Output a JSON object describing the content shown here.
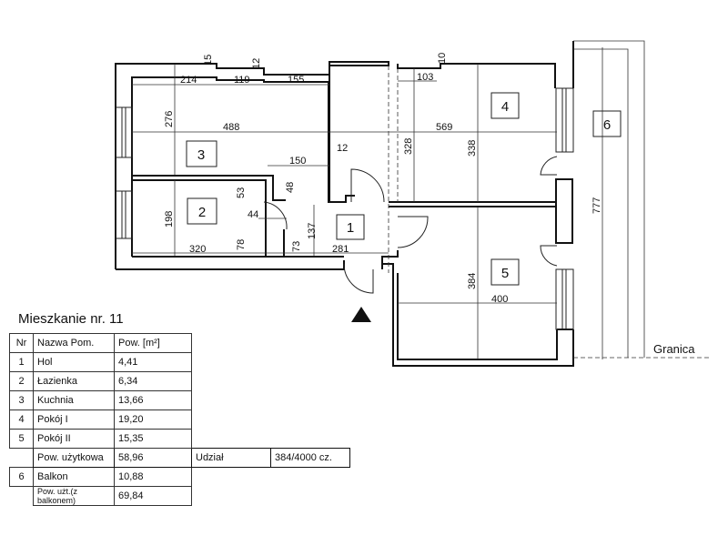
{
  "plan": {
    "rooms": [
      "1",
      "2",
      "3",
      "4",
      "5",
      "6"
    ],
    "dims": {
      "d15": "15",
      "d12a": "12",
      "d10": "10",
      "d214": "214",
      "d119": "119",
      "d155": "155",
      "d103": "103",
      "d276": "276",
      "d488": "488",
      "d569": "569",
      "d328": "328",
      "d338": "338",
      "d12b": "12",
      "d150": "150",
      "d53": "53",
      "d48": "48",
      "d44": "44",
      "d198": "198",
      "d78": "78",
      "d73": "73",
      "d137": "137",
      "d320": "320",
      "d281": "281",
      "d384": "384",
      "d400": "400",
      "d777": "777"
    },
    "boundary_label": "Granica"
  },
  "table": {
    "title": "Mieszkanie nr. 11",
    "headers": [
      "Nr",
      "Nazwa Pom.",
      "Pow. [m²]"
    ],
    "rows": [
      {
        "nr": "1",
        "name": "Hol",
        "area": "4,41"
      },
      {
        "nr": "2",
        "name": "Łazienka",
        "area": "6,34"
      },
      {
        "nr": "3",
        "name": "Kuchnia",
        "area": "13,66"
      },
      {
        "nr": "4",
        "name": "Pokój I",
        "area": "19,20"
      },
      {
        "nr": "5",
        "name": "Pokój II",
        "area": "15,35"
      }
    ],
    "usable": {
      "label": "Pow. użytkowa",
      "area": "58,96",
      "share_label": "Udział",
      "share_value": "384/4000 cz."
    },
    "balcony": {
      "nr": "6",
      "name": "Balkon",
      "area": "10,88"
    },
    "total": {
      "label": "Pow. użt.(z balkonem)",
      "area": "69,84"
    }
  }
}
